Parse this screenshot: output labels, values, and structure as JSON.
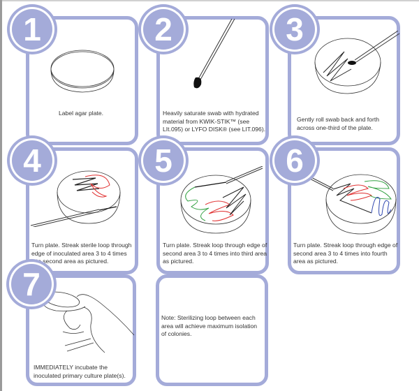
{
  "steps": [
    {
      "number": "1",
      "caption": "Label agar plate."
    },
    {
      "number": "2",
      "caption": "Heavily saturate swab with hydrated material from KWIK-STIK™ (see LIt.095) or LYFO DISK® (see LIT.096)."
    },
    {
      "number": "3",
      "caption": "Gently roll swab back and forth across one-third of the plate."
    },
    {
      "number": "4",
      "caption": "Turn plate. Streak sterile loop through edge of inoculated area 3 to 4 times into second area as pictured."
    },
    {
      "number": "5",
      "caption": "Turn plate. Streak loop through edge of second area 3 to 4 times into third area as pictured."
    },
    {
      "number": "6",
      "caption": "Turn plate. Streak loop through edge of second area 3 to 4 times into fourth area as pictured."
    },
    {
      "number": "7",
      "caption": "IMMEDIATELY incubate the inoculated primary culture plate(s)."
    }
  ],
  "note": "Note: Sterilizing loop between each area will achieve maximum isolation of colonies.",
  "colors": {
    "frame": "#a4abd9",
    "streak1": "#222222",
    "streak2": "#e03030",
    "streak3": "#30a040",
    "streak4": "#3048b0"
  }
}
